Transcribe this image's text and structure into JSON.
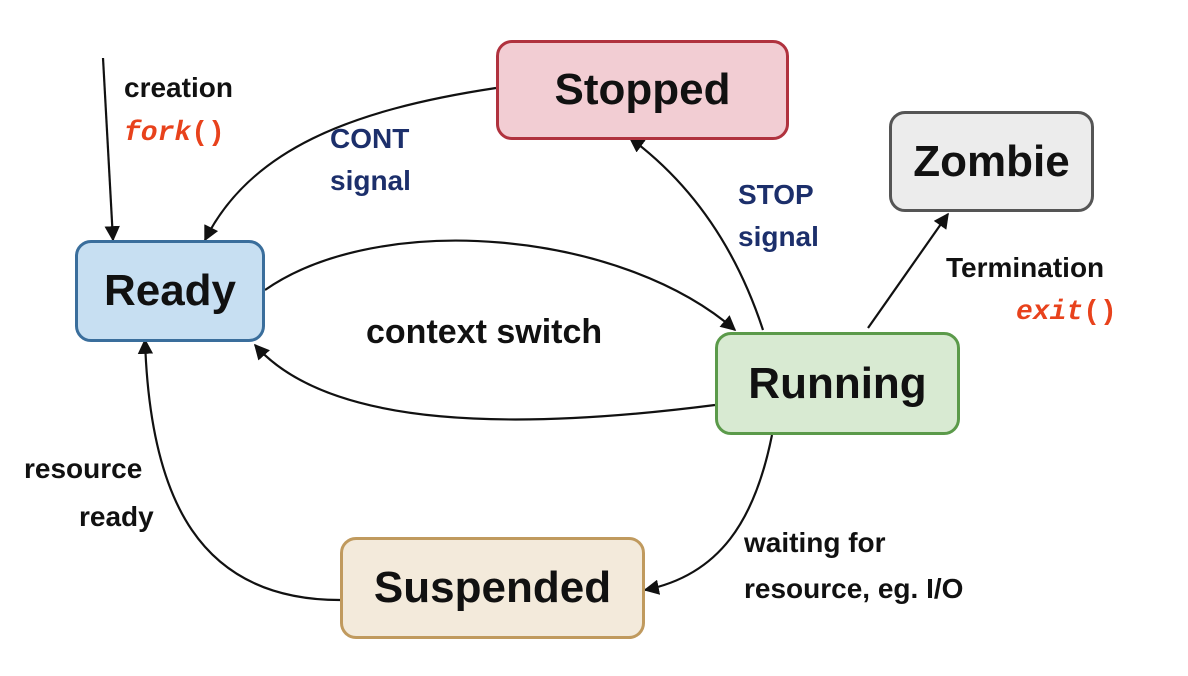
{
  "states": {
    "stopped": {
      "label": "Stopped",
      "fill": "#f2cdd3",
      "border": "#b0323e"
    },
    "zombie": {
      "label": "Zombie",
      "fill": "#ececec",
      "border": "#555555"
    },
    "ready": {
      "label": "Ready",
      "fill": "#c7dff2",
      "border": "#3a6e9c"
    },
    "running": {
      "label": "Running",
      "fill": "#d8ead2",
      "border": "#5b9a4a"
    },
    "suspended": {
      "label": "Suspended",
      "fill": "#f3eadb",
      "border": "#c09a5e"
    }
  },
  "transitions": {
    "creation": {
      "label": "creation",
      "call_name": "fork",
      "call_parens": "()"
    },
    "cont": {
      "line1": "CONT",
      "line2": "signal"
    },
    "stop": {
      "line1": "STOP",
      "line2": "signal"
    },
    "termination": {
      "label": "Termination",
      "call_name": "exit",
      "call_parens": "()"
    },
    "context_switch": {
      "label": "context switch"
    },
    "resource_ready": {
      "line1": "resource",
      "line2": "ready"
    },
    "waiting": {
      "line1": "waiting for",
      "line2": "resource, eg. I/O"
    }
  },
  "colors": {
    "signal_text": "#1c2f6b",
    "syscall_text": "#e8421c",
    "arrow": "#111111"
  }
}
